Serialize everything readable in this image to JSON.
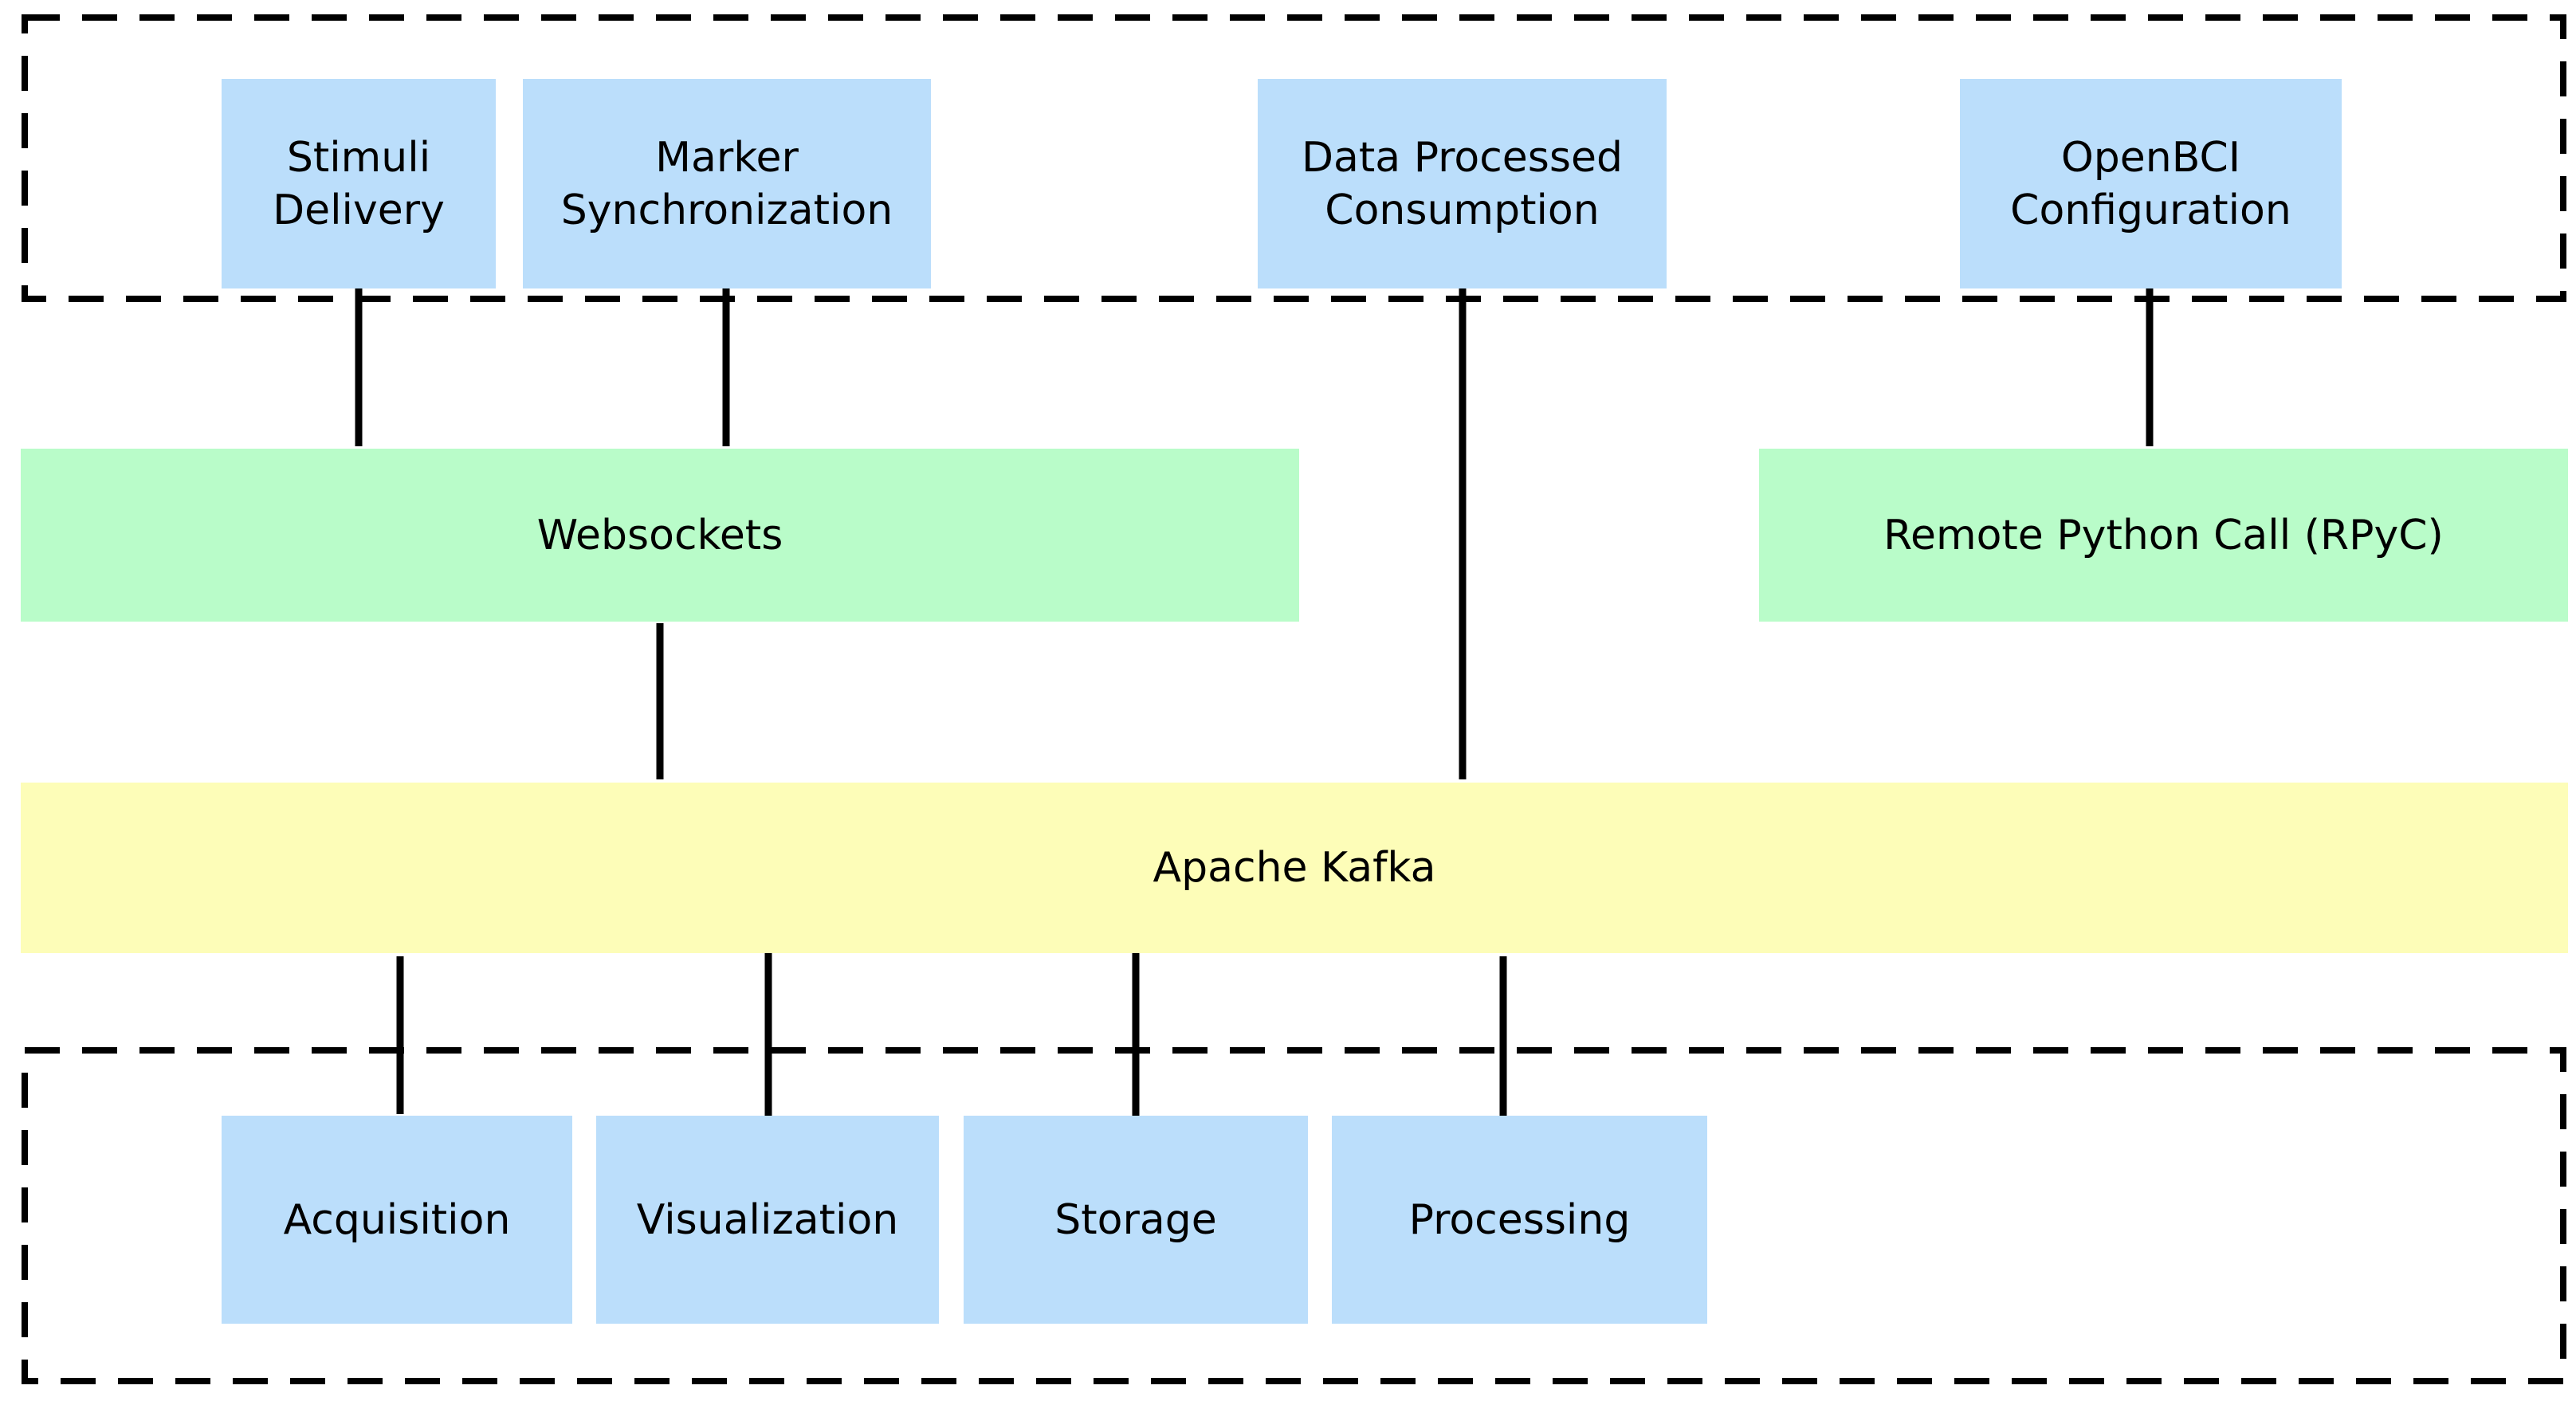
{
  "colors": {
    "component_box": "#bbdefb",
    "middleware_box": "#b9fcc9",
    "broker_box": "#fdfdb8",
    "lines": "#000000"
  },
  "top_group": {
    "stimuli_delivery": "Stimuli\nDelivery",
    "marker_synchronization": "Marker\nSynchronization",
    "data_processed_consumption": "Data Processed\nConsumption",
    "openbci_configuration": "OpenBCI\nConfiguration"
  },
  "middleware": {
    "websockets": "Websockets",
    "rpyc": "Remote Python Call (RPyC)"
  },
  "broker": {
    "kafka": "Apache Kafka"
  },
  "bottom_group": {
    "acquisition": "Acquisition",
    "visualization": "Visualization",
    "storage": "Storage",
    "processing": "Processing"
  },
  "connections": [
    {
      "from": "Stimuli Delivery",
      "to": "Websockets",
      "direction": "both"
    },
    {
      "from": "Marker Synchronization",
      "to": "Websockets",
      "direction": "both"
    },
    {
      "from": "Data Processed Consumption",
      "to": "Apache Kafka",
      "direction": "both"
    },
    {
      "from": "OpenBCI Configuration",
      "to": "Remote Python Call (RPyC)",
      "direction": "both"
    },
    {
      "from": "Websockets",
      "to": "Apache Kafka",
      "direction": "both"
    },
    {
      "from": "Acquisition",
      "to": "Apache Kafka",
      "direction": "one-way"
    },
    {
      "from": "Apache Kafka",
      "to": "Visualization",
      "direction": "one-way"
    },
    {
      "from": "Apache Kafka",
      "to": "Storage",
      "direction": "one-way"
    },
    {
      "from": "Processing",
      "to": "Apache Kafka",
      "direction": "both"
    }
  ]
}
